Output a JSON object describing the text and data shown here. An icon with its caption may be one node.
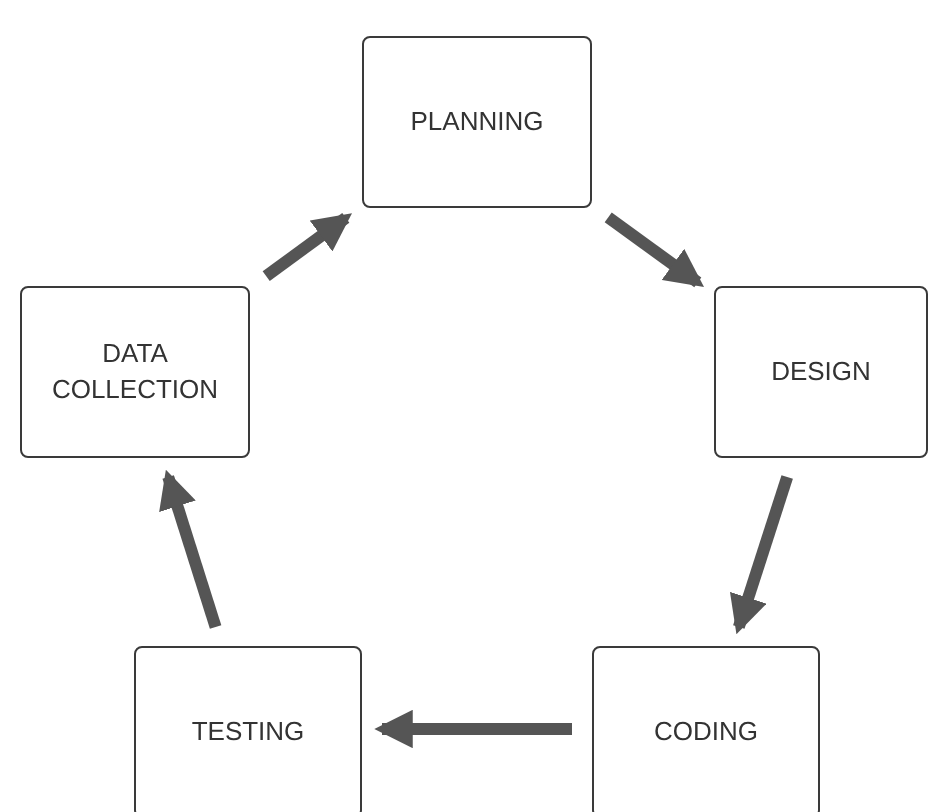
{
  "diagram": {
    "nodes": [
      {
        "text": [
          "PLANNING"
        ]
      },
      {
        "text": [
          "DESIGN"
        ]
      },
      {
        "text": [
          "CODING"
        ]
      },
      {
        "text": [
          "TESTING"
        ]
      },
      {
        "text": [
          "DATA COLLECTION"
        ]
      }
    ],
    "edges": [
      {
        "from": 0,
        "to": 1,
        "arrow": "to"
      },
      {
        "from": 1,
        "to": 2,
        "arrow": "to"
      },
      {
        "from": 2,
        "to": 3,
        "arrow": "to"
      },
      {
        "from": 3,
        "to": 4,
        "arrow": "to"
      },
      {
        "from": 4,
        "to": 0,
        "arrow": "to"
      }
    ]
  }
}
